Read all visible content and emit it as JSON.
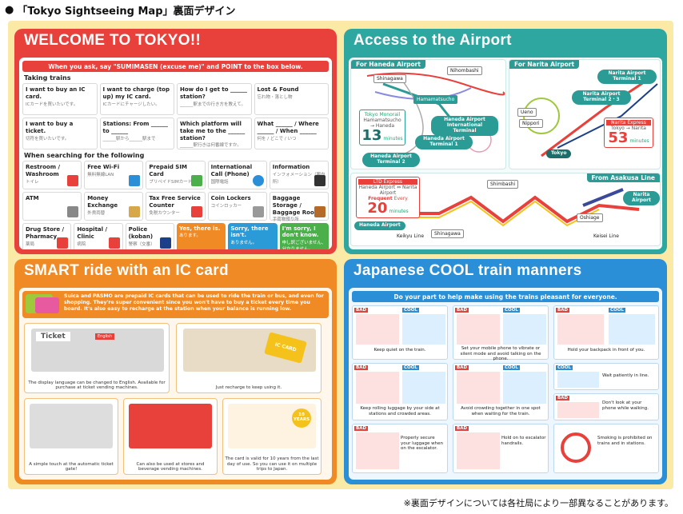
{
  "header": {
    "bullet": "●",
    "text": "「Tokyo Sightseeing Map」裏面デザイン"
  },
  "welcome": {
    "title": "WELCOME TO TOKYO!!",
    "strip": "When you ask, say \"SUMIMASEN (excuse me)\" and POINT to the box below.",
    "taking_trains": "Taking trains",
    "cards": [
      {
        "en": "I want to buy an IC card.",
        "jp": "ICカードを買いたいです。"
      },
      {
        "en": "I want to charge (top up) my IC card.",
        "jp": "ICカードにチャージしたい。"
      },
      {
        "en": "How do I get to ______ station?",
        "jp": "______駅までの行き方を教えて。"
      },
      {
        "en": "Lost & Found",
        "jp": "忘れ物・落とし物"
      },
      {
        "en": "I want to buy a ticket.",
        "jp": "切符を買いたいです。"
      },
      {
        "en": "Stations: From ______ to ______",
        "jp": "______駅から______駅まで"
      },
      {
        "en": "Which platform will take me to the ______ station?",
        "jp": "______駅行きは何番線ですか。"
      },
      {
        "en": "What ______ / Where ______ / When ______",
        "jp": "何を / どこで / いつ"
      }
    ],
    "searching": "When searching for the following",
    "services": [
      {
        "en": "Restroom / Washroom",
        "jp": "トイレ"
      },
      {
        "en": "Free Wi-Fi",
        "jp": "無料無線LAN"
      },
      {
        "en": "Prepaid SIM Card",
        "jp": "プリペイドSIMカード"
      },
      {
        "en": "International Call (Phone)",
        "jp": "国際電話"
      },
      {
        "en": "Information",
        "jp": "インフォメーション（案内所）"
      },
      {
        "en": "ATM",
        "jp": ""
      },
      {
        "en": "Money Exchange",
        "jp": "外貨両替"
      },
      {
        "en": "Tax Free Service Counter",
        "jp": "免税カウンター"
      },
      {
        "en": "Coin Lockers",
        "jp": "コインロッカー"
      },
      {
        "en": "Baggage Storage / Baggage Room",
        "jp": "手荷物預り所"
      },
      {
        "en": "Drug Store / Pharmacy",
        "jp": "薬局"
      },
      {
        "en": "Hospital / Clinic",
        "jp": "病院"
      },
      {
        "en": "Police (koban)",
        "jp": "警察（交番）"
      }
    ],
    "answers": [
      {
        "en": "Yes, there is.",
        "jp": "あります。",
        "color": "#f08a24"
      },
      {
        "en": "Sorry, there isn't.",
        "jp": "ありません。",
        "color": "#2a9bd6"
      },
      {
        "en": "I'm sorry, I don't know.",
        "jp": "申し訳ございません、分かりません。",
        "color": "#4bb04a"
      }
    ]
  },
  "airport": {
    "title": "Access to the Airport",
    "haneda_head": "For Haneda Airport",
    "narita_head": "For Narita Airport",
    "asakusa_head": "From Asakusa Line",
    "stations": [
      "Shinagawa",
      "Hamamatsucho",
      "Nihombashi",
      "Shimbashi",
      "Tokyo",
      "Nippori",
      "Ueno",
      "Oshiage",
      "Keisei Line",
      "Keikyu Line",
      "Narita Express",
      "Haneda Airport",
      "Narita Airport"
    ],
    "haneda_badges": [
      "Haneda Airport International Terminal",
      "Haneda Airport Terminal 1",
      "Haneda Airport Terminal 2"
    ],
    "narita_badges": [
      "Narita Airport Terminal 1",
      "Narita Airport Terminal 2・3"
    ],
    "monorail_label": "Tokyo Monorail",
    "monorail_route": "Hamamatsucho → Haneda",
    "monorail_time": "13",
    "nex_route": "Tokyo → Narita",
    "nex_time": "53",
    "minutes": "minutes",
    "ltd_label": "LTD Express",
    "ltd_route": "Haneda Airport ⇔ Narita Airport",
    "frequent": "Frequent",
    "every": "Every",
    "ltd_time": "20"
  },
  "ic": {
    "title": "SMART ride with an IC card",
    "intro": "Suica and PASMO are prepaid IC cards that can be used to ride the train or bus, and even for shopping. They're super convenient since you won't have to buy a ticket every time you board. It's also easy to recharge at the station when your balance is running low.",
    "ticket_label": "Ticket",
    "english_label": "English",
    "card_label": "IC CARD",
    "yen_label": "10 YEARS",
    "steps": [
      "The display language can be changed to English. Available for purchase at ticket vending machines.",
      "Just recharge to keep using it.",
      "A simple touch at the automatic ticket gate!",
      "Can also be used at stores and beverage vending machines.",
      "The card is valid for 10 years from the last day of use. So you can use it on multiple trips to Japan."
    ]
  },
  "manners": {
    "title": "Japanese COOL train manners",
    "strip": "Do your part to help make using the trains pleasant for everyone.",
    "bad": "BAD",
    "cool": "COOL",
    "captions": [
      "Keep quiet on the train.",
      "Set your mobile phone to vibrate or silent mode and avoid talking on the phone.",
      "Hold your backpack in front of you.",
      "Wait patiently in line.",
      "Keep rolling luggage by your side at stations and crowded areas.",
      "Avoid crowding together in one spot when waiting for the train.",
      "Don't look at your phone while walking.",
      "Properly secure your luggage when on the escalator.",
      "Hold on to escalator handrails.",
      "Smoking is prohibited on trains and in stations."
    ]
  },
  "footer": "※裏面デザインについては各社局により一部異なることがあります。",
  "colors": {
    "red": "#e8413c",
    "teal": "#2ea7a0",
    "orange": "#f08a24",
    "blue": "#2a8fd6",
    "yellow_bg": "#fbe9a6"
  }
}
